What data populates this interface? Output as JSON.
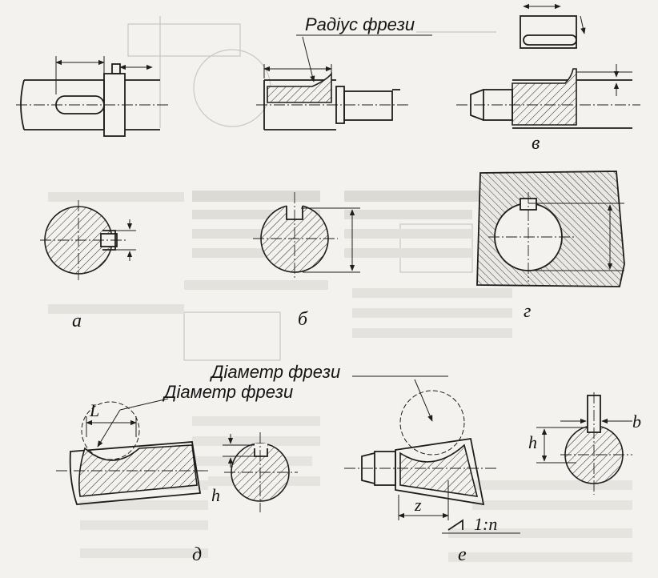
{
  "labels": {
    "cutter_radius": "Радіус фрези",
    "cutter_diameter_upper": "Діаметр фрези",
    "cutter_diameter_lower": "Діаметр фрези"
  },
  "sublabels": {
    "a": "а",
    "b": "б",
    "v": "в",
    "g": "г",
    "d": "д",
    "e": "е"
  },
  "dimensions": {
    "L": "L",
    "h_d": "h",
    "z": "z",
    "taper": "1:n",
    "h_e": "h",
    "b": "b"
  }
}
